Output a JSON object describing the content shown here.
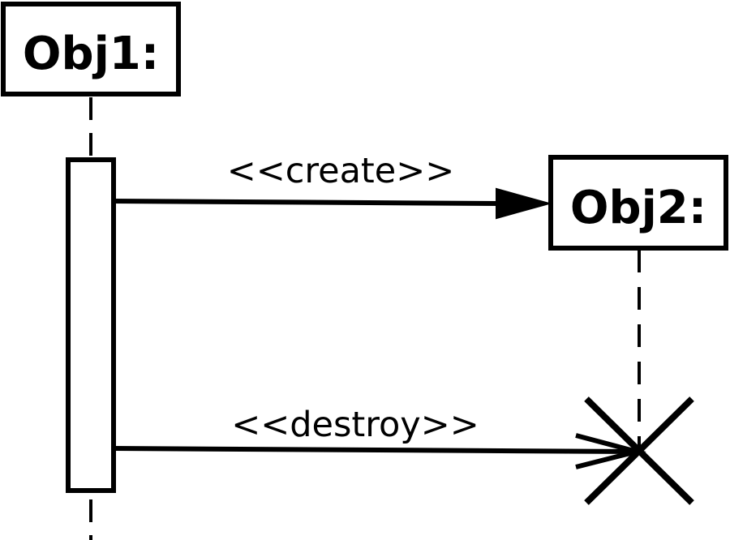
{
  "objects": [
    {
      "label": "Obj1:"
    },
    {
      "label": "Obj2:"
    }
  ],
  "messages": [
    {
      "label": "<<create>>"
    },
    {
      "label": "<<destroy>>"
    }
  ],
  "colors": {
    "stroke": "#000000",
    "background": "#ffffff"
  }
}
